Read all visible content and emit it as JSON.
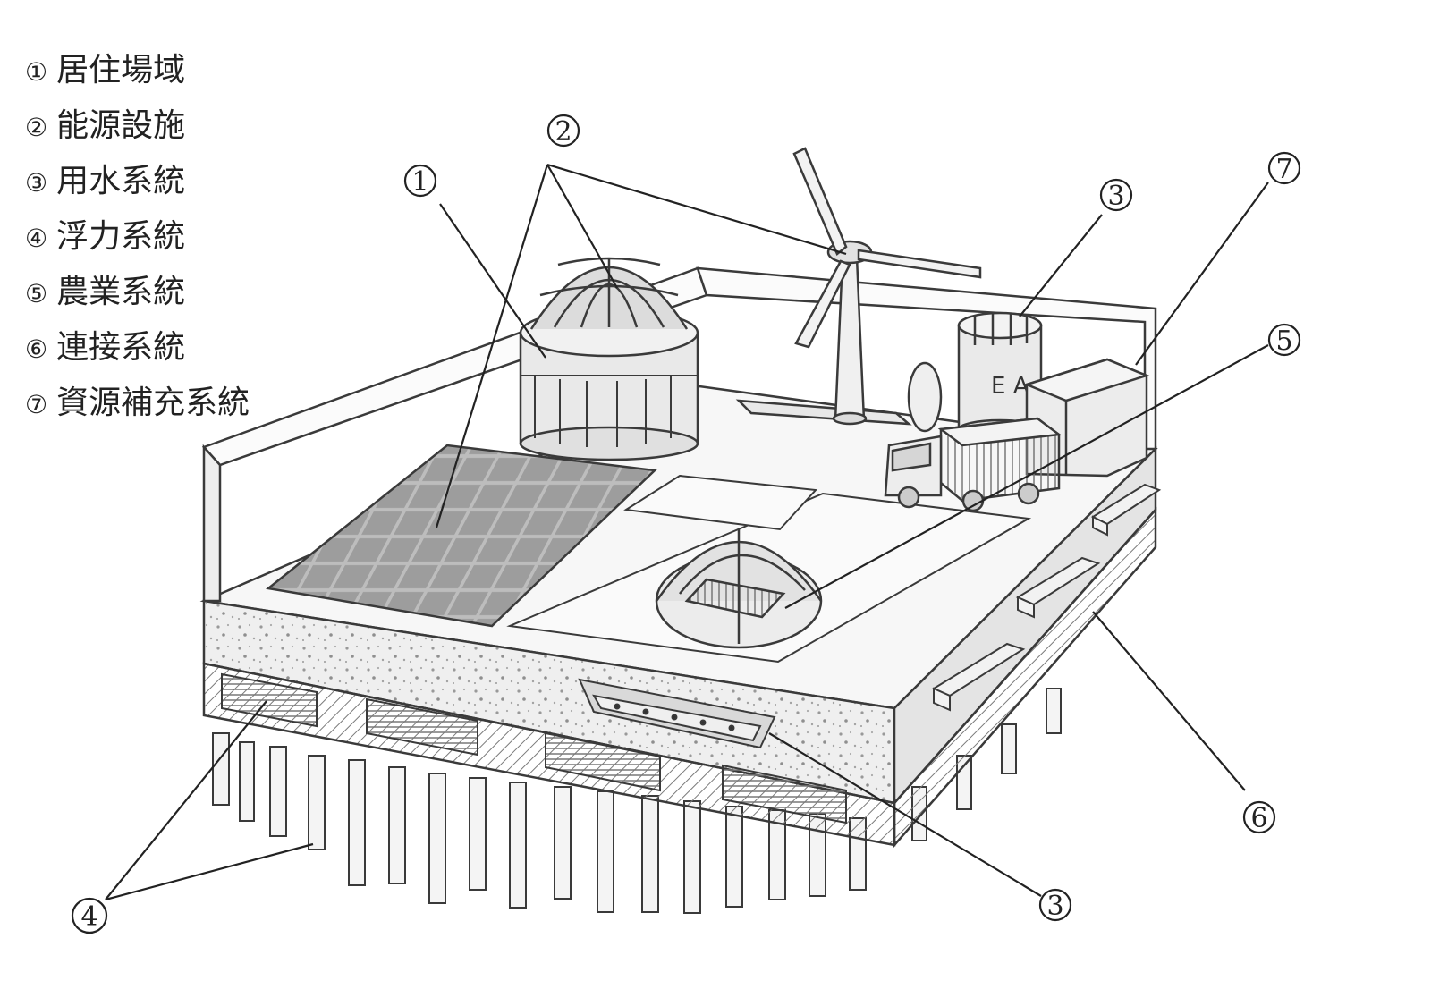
{
  "legend": [
    {
      "num": "①",
      "label": "居住場域"
    },
    {
      "num": "②",
      "label": "能源設施"
    },
    {
      "num": "③",
      "label": "用水系統"
    },
    {
      "num": "④",
      "label": "浮力系統"
    },
    {
      "num": "⑤",
      "label": "農業系統"
    },
    {
      "num": "⑥",
      "label": "連接系統"
    },
    {
      "num": "⑦",
      "label": "資源補充系統"
    }
  ],
  "callouts": {
    "living_area": "1",
    "energy": "2",
    "water_top": "3",
    "resource_supply": "7",
    "agriculture": "5",
    "connection": "6",
    "water_bottom": "3",
    "buoyancy": "4"
  },
  "building_sign": "E A",
  "colors": {
    "pencil": "#3a3a3a",
    "shade": "#9a9a9a",
    "paper": "#ffffff"
  }
}
